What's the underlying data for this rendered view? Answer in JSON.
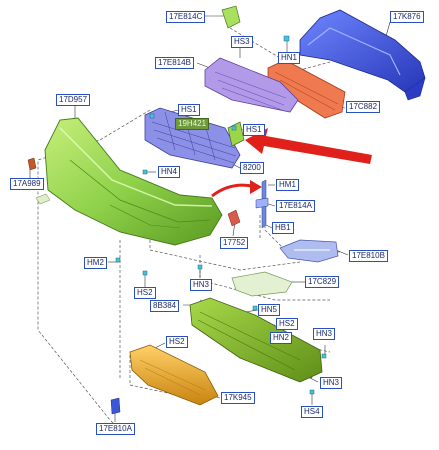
{
  "callouts": {
    "c17E814C": "17E814C",
    "c17K876": "17K876",
    "cHS3": "HS3",
    "cHN1": "HN1",
    "c17E814B": "17E814B",
    "c17D957": "17D957",
    "cHS1a": "HS1",
    "c19H421": "19H421",
    "cHS1b": "HS1",
    "c17C882": "17C882",
    "cHN4": "HN4",
    "c8200": "8200",
    "c17A989": "17A989",
    "cHM1": "HM1",
    "c17E814A": "17E814A",
    "cHB1": "HB1",
    "c17752": "17752",
    "cHM2": "HM2",
    "c17E810B": "17E810B",
    "cHS2a": "HS2",
    "cHN3a": "HN3",
    "c17C829": "17C829",
    "c8B384": "8B384",
    "cHN5": "HN5",
    "cHS2b": "HS2",
    "cHN2": "HN2",
    "cHN3b": "HN3",
    "cHS2c": "HS2",
    "cHN3c": "HN3",
    "c17K945": "17K945",
    "cHS4": "HS4",
    "c17E810A": "17E810A"
  },
  "colors": {
    "label_border": "#2a4fbf",
    "label_text": "#1b2a6b",
    "highlight_label": "#6e9a3a",
    "arrow": "#e0201b",
    "reinforcement": "#3b57d6",
    "bumper_cover": "#8fd14a",
    "grille": "#a58ce0",
    "absorber": "#e8704a",
    "lower_panel": "#7fb62a",
    "skid_plate": "#e0a020"
  }
}
